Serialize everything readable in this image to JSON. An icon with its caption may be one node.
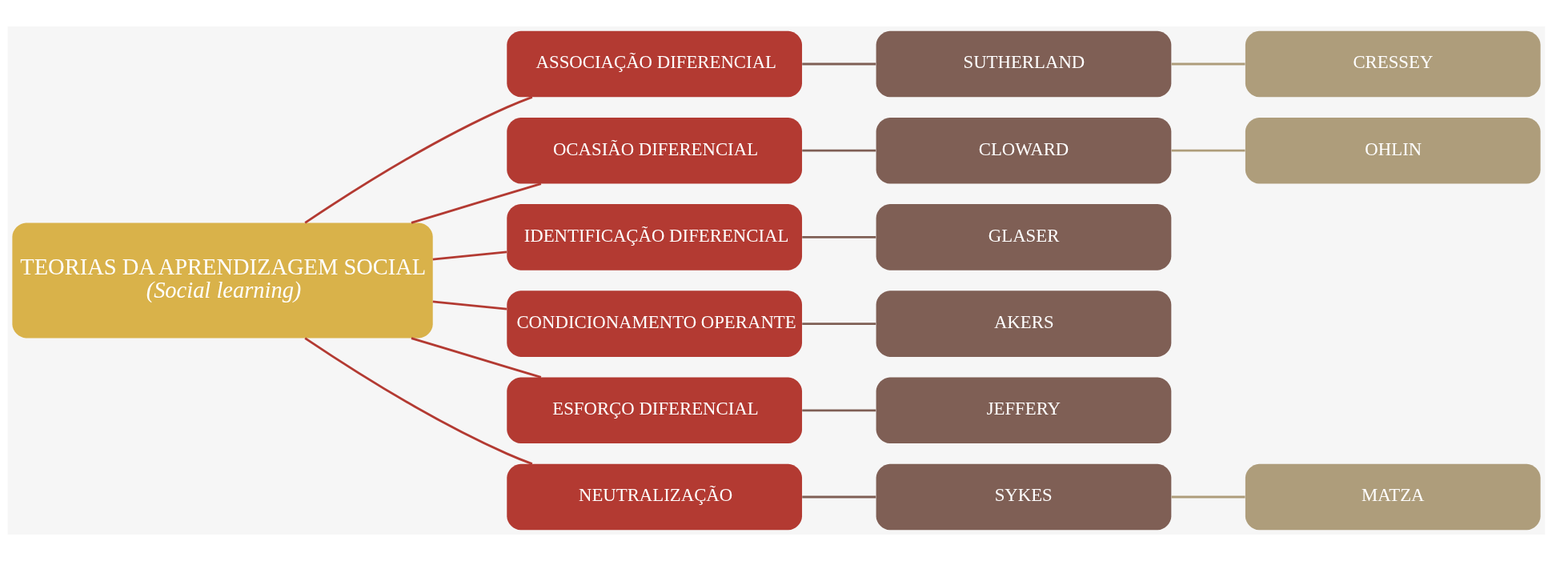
{
  "diagram": {
    "nodes": [
      {
        "text": [
          "TEORIAS DA APRENDIZAGEM SOCIAL",
          "(Social learning)"
        ]
      },
      {
        "text": [
          "ASSOCIAÇÃO DIFERENCIAL"
        ]
      },
      {
        "text": [
          "OCASIÃO DIFERENCIAL"
        ]
      },
      {
        "text": [
          "IDENTIFICAÇÃO DIFERENCIAL"
        ]
      },
      {
        "text": [
          "CONDICIONAMENTO OPERANTE"
        ]
      },
      {
        "text": [
          "ESFORÇO DIFERENCIAL"
        ]
      },
      {
        "text": [
          "NEUTRALIZAÇÃO"
        ]
      },
      {
        "text": [
          "SUTHERLAND"
        ]
      },
      {
        "text": [
          "CLOWARD"
        ]
      },
      {
        "text": [
          "GLASER"
        ]
      },
      {
        "text": [
          "AKERS"
        ]
      },
      {
        "text": [
          "JEFFERY"
        ]
      },
      {
        "text": [
          "SYKES"
        ]
      },
      {
        "text": [
          "CRESSEY"
        ]
      },
      {
        "text": [
          "OHLIN"
        ]
      },
      {
        "text": [
          "MATZA"
        ]
      }
    ],
    "edges": [
      {
        "from": 0,
        "to": 1,
        "arrow": "none",
        "color": "#b33a32"
      },
      {
        "from": 0,
        "to": 2,
        "arrow": "none",
        "color": "#b33a32"
      },
      {
        "from": 0,
        "to": 3,
        "arrow": "none",
        "color": "#b33a32"
      },
      {
        "from": 0,
        "to": 4,
        "arrow": "none",
        "color": "#b33a32"
      },
      {
        "from": 0,
        "to": 5,
        "arrow": "none",
        "color": "#b33a32"
      },
      {
        "from": 0,
        "to": 6,
        "arrow": "none",
        "color": "#b33a32"
      },
      {
        "from": 1,
        "to": 7,
        "arrow": "none",
        "color": "#7f5f55"
      },
      {
        "from": 2,
        "to": 8,
        "arrow": "none",
        "color": "#7f5f55"
      },
      {
        "from": 3,
        "to": 9,
        "arrow": "none",
        "color": "#7f5f55"
      },
      {
        "from": 4,
        "to": 10,
        "arrow": "none",
        "color": "#7f5f55"
      },
      {
        "from": 5,
        "to": 11,
        "arrow": "none",
        "color": "#7f5f55"
      },
      {
        "from": 6,
        "to": 12,
        "arrow": "none",
        "color": "#7f5f55"
      },
      {
        "from": 7,
        "to": 13,
        "arrow": "none",
        "color": "#ae9d7b"
      },
      {
        "from": 8,
        "to": 14,
        "arrow": "none",
        "color": "#ae9d7b"
      },
      {
        "from": 12,
        "to": 15,
        "arrow": "none",
        "color": "#ae9d7b"
      }
    ]
  }
}
